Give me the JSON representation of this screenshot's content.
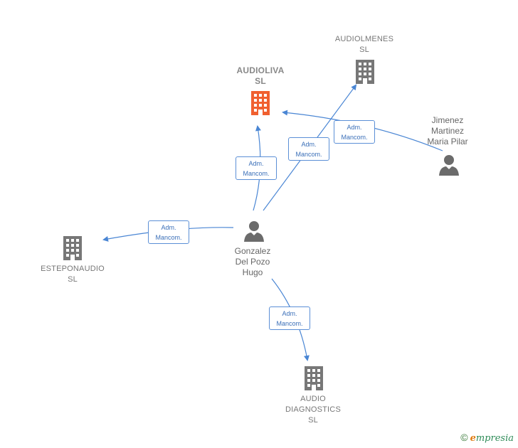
{
  "nodes": {
    "audioliva": {
      "line1": "AUDIOLIVA",
      "line2": "SL",
      "color": "#f06030"
    },
    "audiolmenes": {
      "line1": "AUDIOLMENES",
      "line2": "SL",
      "color": "#777777"
    },
    "esteponaudio": {
      "line1": "ESTEPONAUDIO",
      "line2": "SL",
      "color": "#777777"
    },
    "audio_diagnostics": {
      "line1": "AUDIO",
      "line2": "DIAGNOSTICS",
      "line3": "SL",
      "color": "#777777"
    },
    "jimenez": {
      "line1": "Jimenez",
      "line2": "Martinez",
      "line3": "Maria Pilar",
      "color": "#777777"
    },
    "gonzalez": {
      "line1": "Gonzalez",
      "line2": "Del Pozo",
      "line3": "Hugo",
      "color": "#777777"
    }
  },
  "edges": [
    {
      "id": "gonzalez-audioliva",
      "line1": "Adm.",
      "line2": "Mancom."
    },
    {
      "id": "gonzalez-audiolmenes",
      "line1": "Adm.",
      "line2": "Mancom."
    },
    {
      "id": "jimenez-audioliva",
      "line1": "Adm.",
      "line2": "Mancom."
    },
    {
      "id": "gonzalez-esteponaudio",
      "line1": "Adm.",
      "line2": "Mancom."
    },
    {
      "id": "gonzalez-audio_diagnostics",
      "line1": "Adm.",
      "line2": "Mancom."
    }
  ],
  "brand": {
    "copyright": "©",
    "first_letter": "e",
    "rest": "mpresia"
  },
  "colors": {
    "edge": "#4a86d4",
    "building_gray": "#777777",
    "building_highlight": "#f06030",
    "person": "#6b6b6b"
  }
}
